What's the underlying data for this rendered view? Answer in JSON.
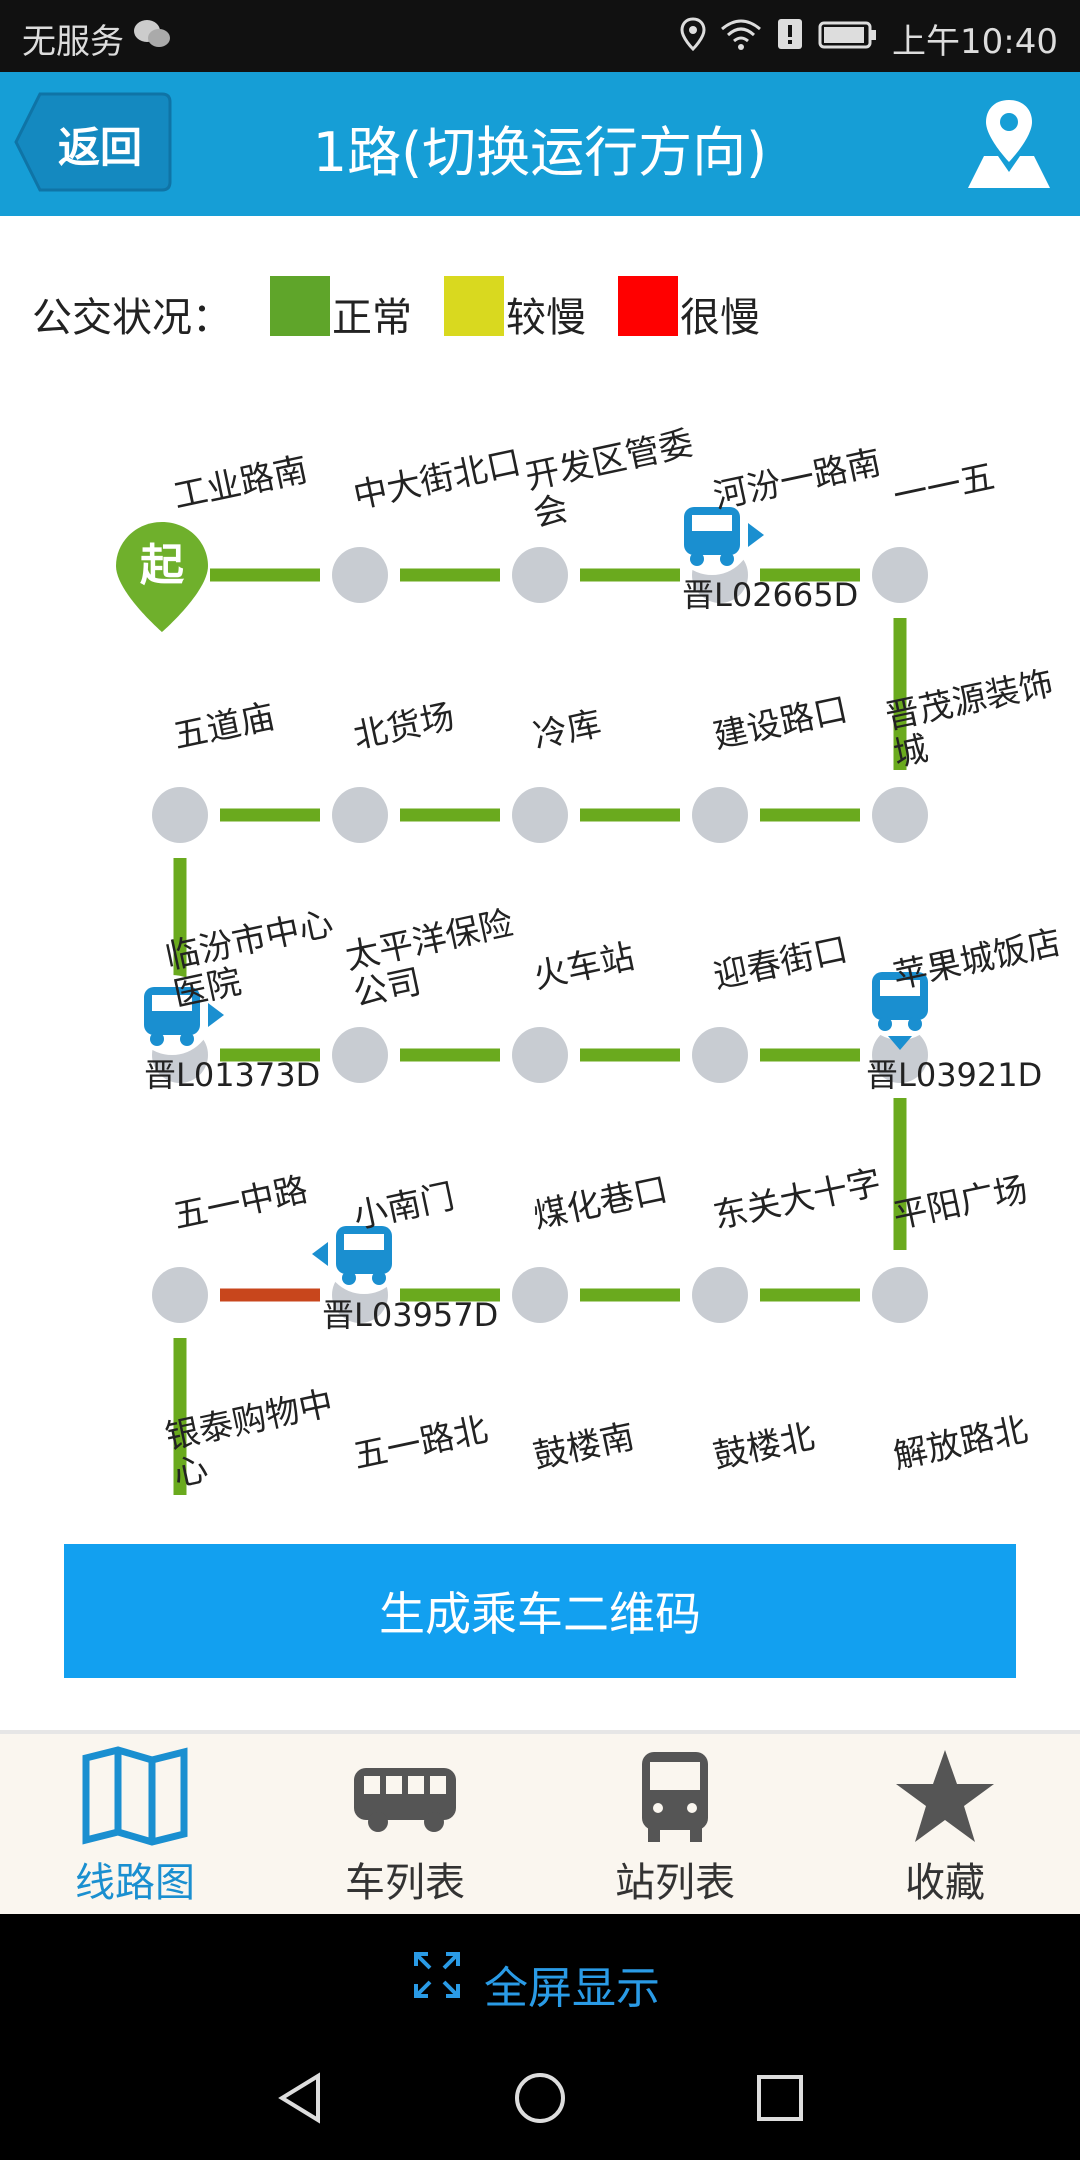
{
  "status_bar": {
    "carrier": "无服务",
    "time": "上午10:40"
  },
  "header": {
    "back_label": "返回",
    "title": "1路(切换运行方向)"
  },
  "legend": {
    "label": "公交状况：",
    "items": [
      {
        "label": "正常",
        "color": "#5fa52a"
      },
      {
        "label": "较慢",
        "color": "#d9d91f"
      },
      {
        "label": "很慢",
        "color": "#ff0000"
      }
    ]
  },
  "route": {
    "start_badge": "起",
    "stations": [
      "工业路南",
      "中大街北口",
      "开发区管委\n会",
      "河汾一路南",
      "一一五",
      "晋茂源装饰\n城",
      "建设路口",
      "冷库",
      "北货场",
      "五道庙",
      "临汾市中心\n医院",
      "太平洋保险\n公司",
      "火车站",
      "迎春街口",
      "苹果城饭店",
      "平阳广场",
      "东关大十字",
      "煤化巷口",
      "小南门",
      "五一中路",
      "银泰购物中\n心",
      "五一路北",
      "鼓楼南",
      "鼓楼北",
      "解放路北"
    ],
    "buses": [
      {
        "plate": "晋L02665D",
        "direction": "right"
      },
      {
        "plate": "晋L01373D",
        "direction": "right"
      },
      {
        "plate": "晋L03921D",
        "direction": "down"
      },
      {
        "plate": "晋L03957D",
        "direction": "left"
      }
    ],
    "line_color": "#6aaa1e",
    "slow_color": "#c8461c"
  },
  "generate_button": {
    "label": "生成乘车二维码"
  },
  "tabs": [
    {
      "label": "线路图",
      "active": true
    },
    {
      "label": "车列表",
      "active": false
    },
    {
      "label": "站列表",
      "active": false
    },
    {
      "label": "收藏",
      "active": false
    }
  ],
  "fullscreen": {
    "label": "全屏显示"
  }
}
